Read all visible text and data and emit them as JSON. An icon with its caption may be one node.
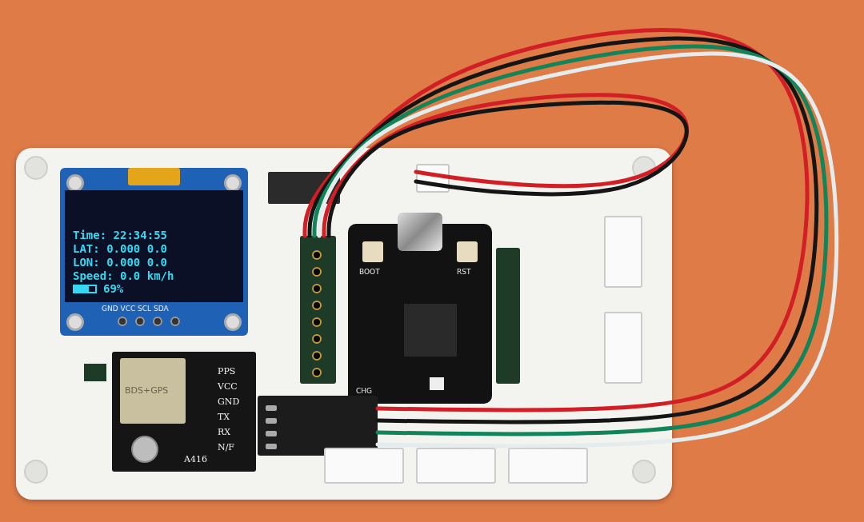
{
  "diagram": {
    "nodes": [
      {
        "text": [],
        "shape": "box"
      },
      {
        "text": [
          "Time: 22:34:55",
          "LAT: 0.000 0.0",
          "LON: 0.000 0.0",
          "Speed: 0.0 km/h",
          "69%",
          "GND VCC SCL SDA"
        ],
        "in": 0
      },
      {
        "text": [
          "BDS+GPS",
          "PPS",
          "VCC",
          "GND",
          "TX",
          "RX",
          "N/F",
          "A416"
        ],
        "in": 0
      },
      {
        "text": [
          "BOOT",
          "RST",
          "CHG"
        ],
        "in": 0
      },
      {
        "text": [],
        "shape": "box",
        "in": 0
      },
      {
        "text": [],
        "shape": "box",
        "in": 0
      },
      {
        "text": [],
        "shape": "box",
        "in": 0
      },
      {
        "text": [],
        "shape": "box",
        "in": 0
      },
      {
        "text": [],
        "shape": "box",
        "in": 0
      },
      {
        "text": [],
        "shape": "box",
        "in": 0
      },
      {
        "text": [],
        "shape": "box",
        "in": 0
      },
      {
        "text": [],
        "shape": "box",
        "in": 0
      }
    ],
    "edges": [
      {
        "from": 4,
        "to": 5,
        "arrow": "none",
        "color": "#d11f25"
      },
      {
        "from": 4,
        "to": 5,
        "arrow": "none",
        "color": "#151515"
      },
      {
        "from": 4,
        "to": 5,
        "arrow": "none",
        "color": "#12845a"
      },
      {
        "from": 4,
        "to": 5,
        "arrow": "none",
        "color": "#e4ecee"
      },
      {
        "from": 6,
        "to": 5,
        "arrow": "none",
        "color": "#d11f25"
      },
      {
        "from": 6,
        "to": 5,
        "arrow": "none",
        "color": "#151515"
      }
    ]
  }
}
